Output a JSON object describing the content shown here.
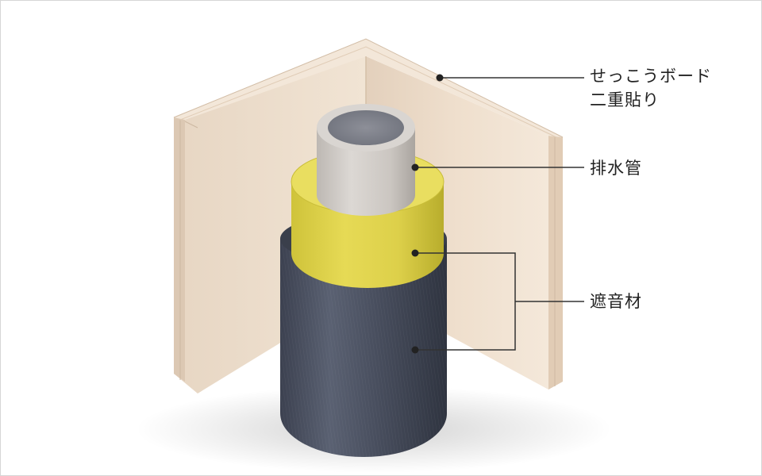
{
  "labels": {
    "gypsum_line1": "せっこうボード",
    "gypsum_line2": "二重貼り",
    "drain_pipe": "排水管",
    "sound_insulation": "遮音材"
  },
  "colors": {
    "wall_face": "#efe0cf",
    "wall_edge": "#e8d7c4",
    "pipe_concrete": "#cfcac6",
    "insulation_yellow": "#e2d64e",
    "wrap_dark": "#4b5160",
    "leader_line": "#333333"
  }
}
